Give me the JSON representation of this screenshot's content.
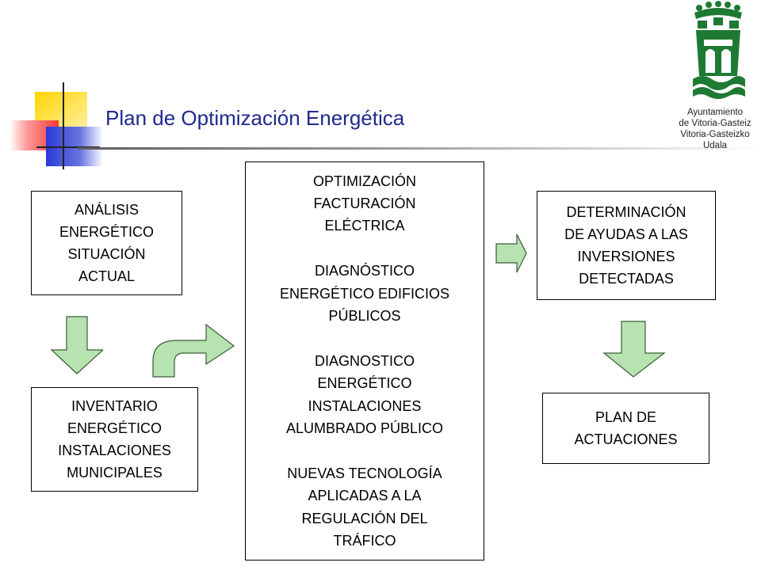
{
  "slide": {
    "title": "Plan de Optimización Energética",
    "logo": {
      "icon": "castle-crest-icon",
      "color": "#1e7a33",
      "lines": [
        "Ayuntamiento",
        "de Vitoria-Gasteiz",
        "Vitoria-Gasteizko",
        "Udala"
      ]
    },
    "boxes": {
      "analisis": "ANÁLISIS\nENERGÉTICO\nSITUACIÓN\nACTUAL",
      "inventario": "INVENTARIO\nENERGÉTICO\nINSTALACIONES\nMUNICIPALES",
      "central": "OPTIMIZACIÓN\nFACTURACIÓN\nELÉCTRICA\n\nDIAGNÓSTICO\nENERGÉTICO EDIFICIOS\nPÚBLICOS\n\nDIAGNOSTICO\nENERGÉTICO\nINSTALACIONES\nALUMBRADO PÚBLICO\n\nNUEVAS TECNOLOGÍA\nAPLICADAS A LA\nREGULACIÓN DEL\nTRÁFICO",
      "ayudas": "DETERMINACIÓN\nDE AYUDAS A LAS\nINVERSIONES\nDETECTADAS",
      "plan": "PLAN DE\nACTUACIONES"
    },
    "colors": {
      "title": "#1f2a8c",
      "arrow_fill": "#b7e3b0",
      "arrow_stroke": "#3c5a3a",
      "deco_yellow": "#ffd400",
      "deco_red": "#f03a3a",
      "deco_blue": "#2a3ad8"
    }
  }
}
